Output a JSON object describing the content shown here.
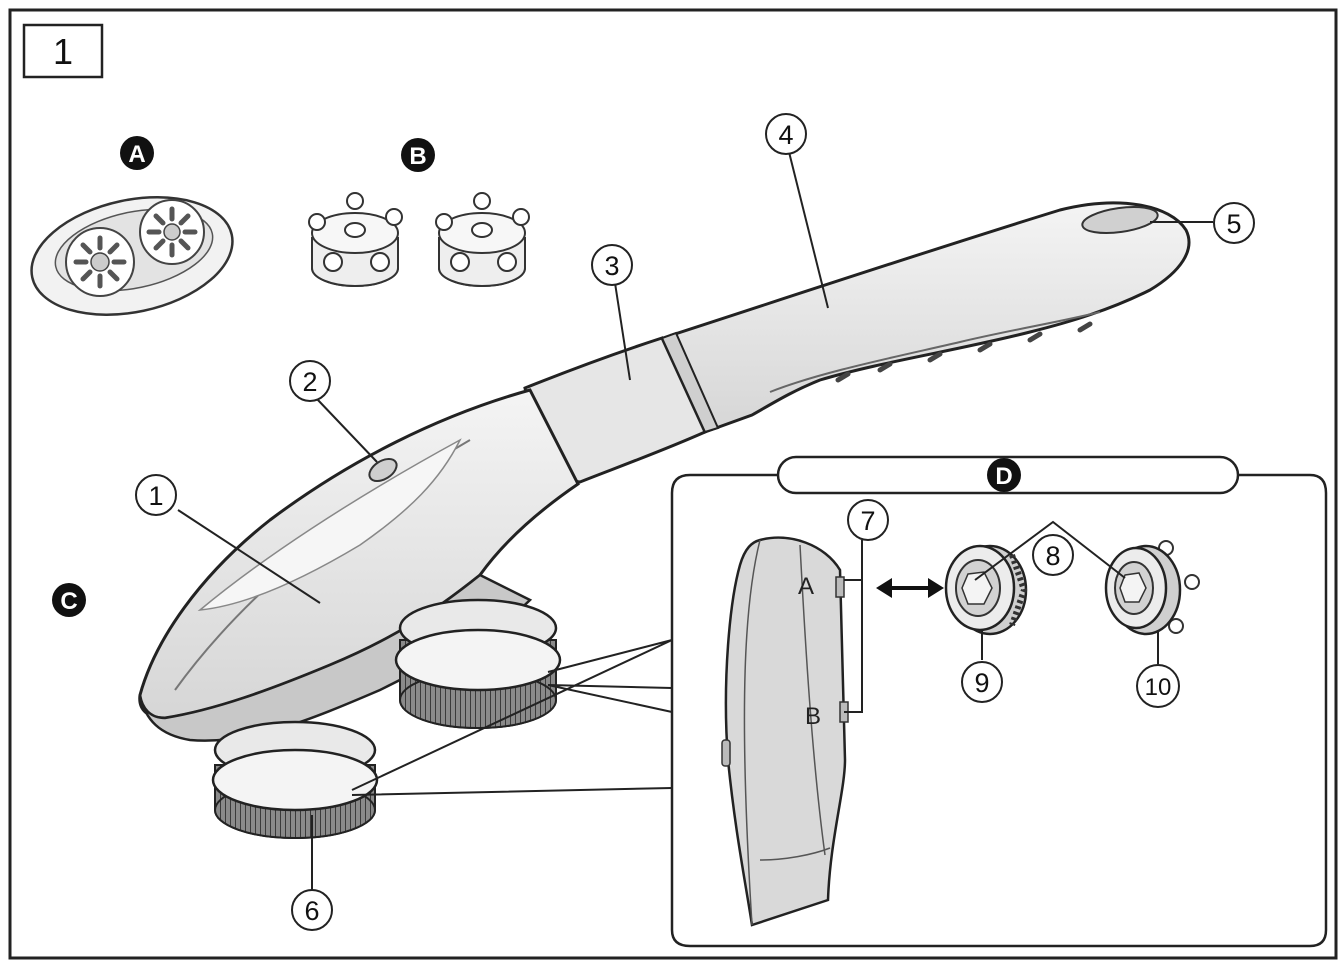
{
  "figure_number": "1",
  "section_labels": {
    "a": "A",
    "b": "B",
    "c": "C",
    "d": "D"
  },
  "callouts": {
    "c1": "1",
    "c2": "2",
    "c3": "3",
    "c4": "4",
    "c5": "5",
    "c6": "6",
    "c7": "7",
    "c8": "8",
    "c9": "9",
    "c10": "10"
  },
  "port_labels": {
    "a": "A",
    "b": "B"
  },
  "colors": {
    "outline": "#222222",
    "body_fill": "#ececec",
    "shade_fill": "#b9b9b9",
    "dark_fill": "#555555",
    "badge_fill": "#111111"
  }
}
